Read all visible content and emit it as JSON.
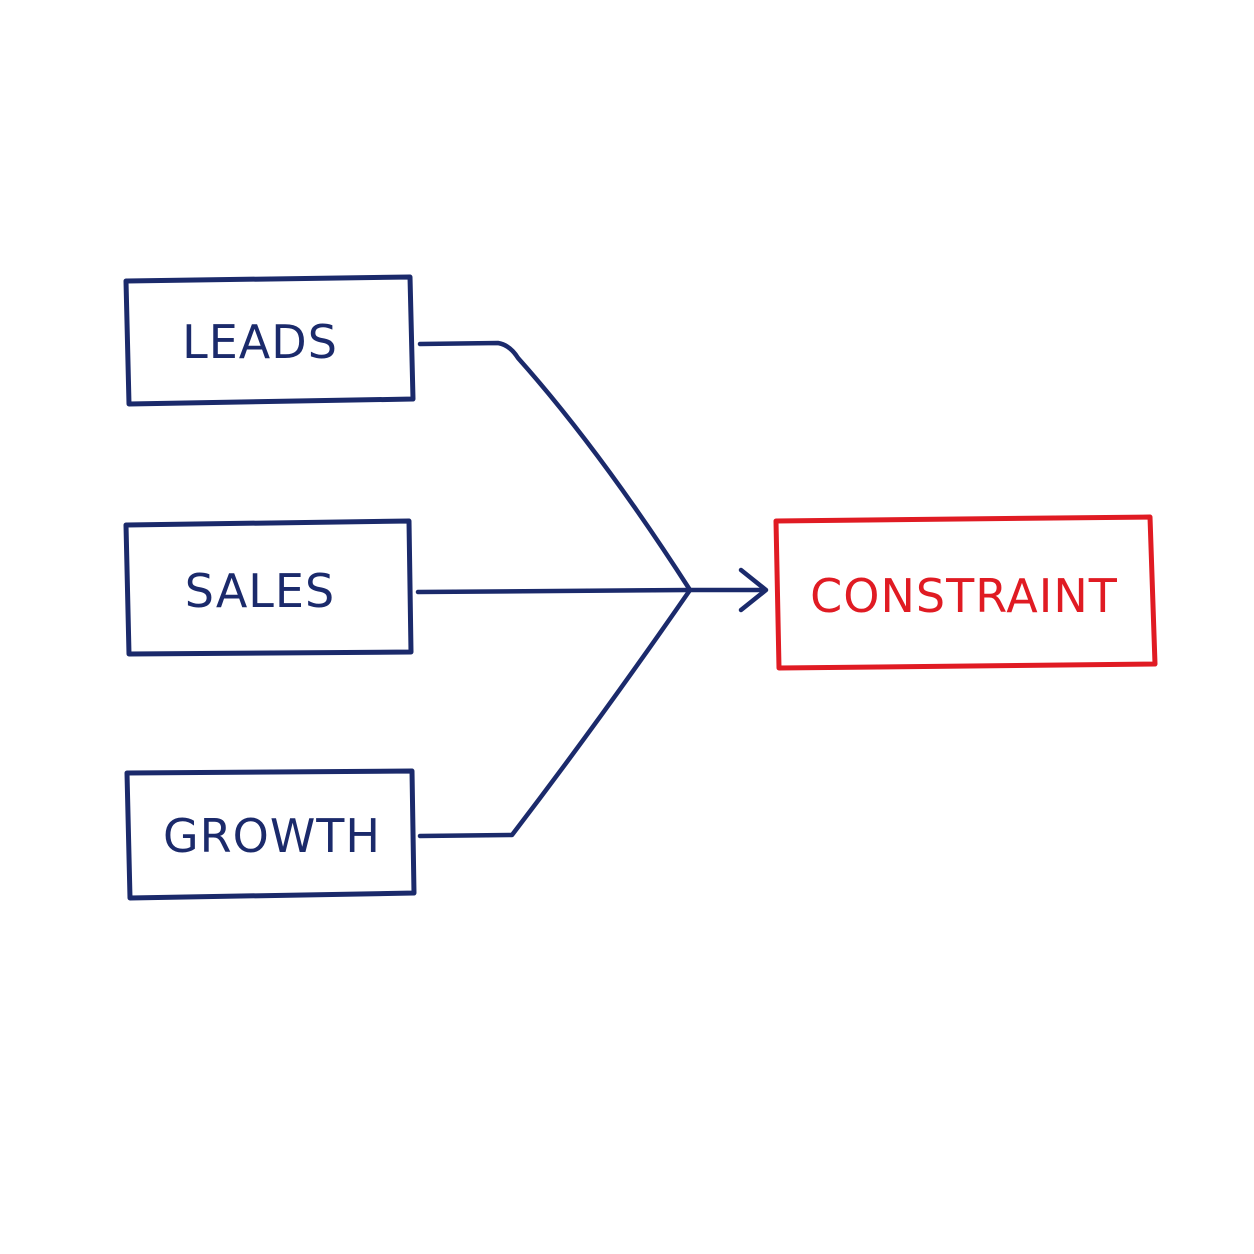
{
  "colors": {
    "primary": "#1b2a6b",
    "accent": "#e01b23",
    "background": "#ffffff"
  },
  "nodes": {
    "leads": {
      "label": "LEADS"
    },
    "sales": {
      "label": "SALES"
    },
    "growth": {
      "label": "GROWTH"
    },
    "constraint": {
      "label": "CONSTRAINT"
    }
  },
  "edges": [
    {
      "from": "leads",
      "to": "constraint"
    },
    {
      "from": "sales",
      "to": "constraint"
    },
    {
      "from": "growth",
      "to": "constraint"
    }
  ]
}
